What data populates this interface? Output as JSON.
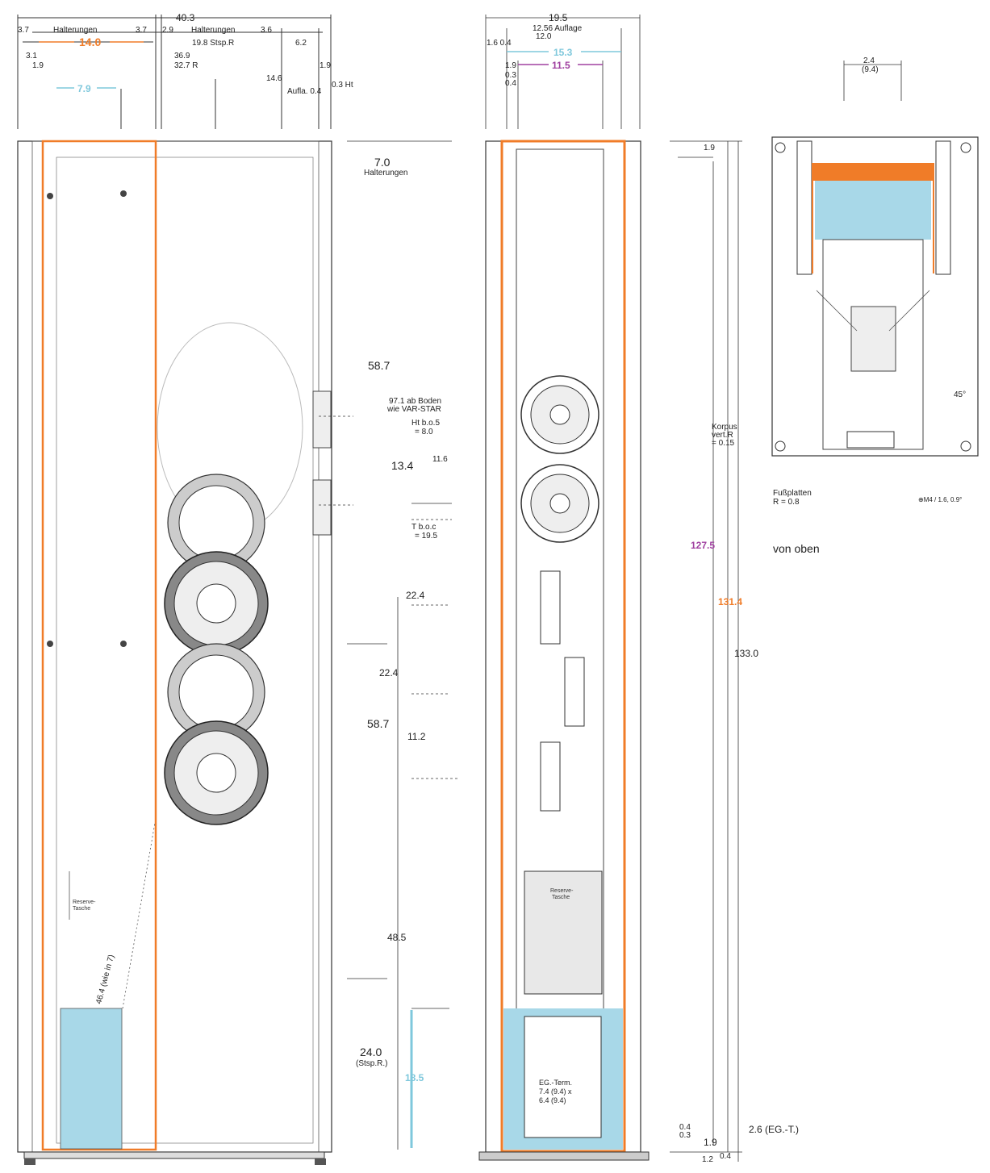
{
  "colors": {
    "orange": "#f07c28",
    "blue": "#a8d8e8",
    "purple": "#a040a0",
    "line": "#333333"
  },
  "top_dims": {
    "d_3_7_left": "3.7",
    "halterungen_1": "Halterungen",
    "d_3_7_right": "3.7",
    "d_14_0": "14.0",
    "d_40_3": "40.3",
    "d_2_9": "2.9",
    "halterungen_2": "Halterungen",
    "d_3_6": "3.6",
    "d_19_8": "19.8 Stsp.R",
    "d_6_2": "6.2",
    "d_3_1": "3.1",
    "d_1_9a": "1.9",
    "d_36_9": "36.9",
    "d_32_7": "32.7 R",
    "d_1_9b": "1.9",
    "d_7_9": "7.9",
    "d_14_6": "14.6",
    "d_aufla": "Aufla. 0.4",
    "d_0_3": "0.3 Ht",
    "d_19_5": "19.5",
    "d_12_56": "12.56 Auflage",
    "d_12_0": "12.0",
    "d_1_6_0_4": "1.6 0.4",
    "d_15_3": "15.3",
    "d_11_5": "11.5",
    "d_1_9c": "1.9",
    "d_0_3b": "0.3",
    "d_0_4b": "0.4",
    "d_2_4": "2.4",
    "d_9_4": "(9.4)"
  },
  "middle_dims": {
    "d_7_0": "7.0",
    "halterungen_3": "Halterungen",
    "d_58_7a": "58.7",
    "note_97": "97.1 ab Boden",
    "note_var": "wie VAR-STAR",
    "note_ht": "Ht b.o.5",
    "note_ht_val": "= 8.0",
    "d_13_4": "13.4",
    "d_11_6": "11.6",
    "note_tbo": "T b.o.c",
    "note_tbo_val": "= 19.5",
    "d_22_4a": "22.4",
    "d_22_4b": "22.4",
    "d_58_7b": "58.7",
    "d_11_2": "11.2",
    "d_48_5": "48.5",
    "d_24_0": "24.0",
    "d_stsp": "(Stsp.R.)",
    "d_18_5": "18.5"
  },
  "right_dims": {
    "d_1_9top": "1.9",
    "korpus_1": "Korpus",
    "korpus_2": "vert.R",
    "korpus_3": "= 0.15",
    "d_127_5": "127.5",
    "d_131_4": "131.4",
    "d_133_0": "133.0",
    "d_0_4c": "0.4",
    "d_0_3c": "0.3",
    "d_2_6": "2.6 (EG.-T.)",
    "d_1_9bot": "1.9",
    "d_1_2": "1.2",
    "d_0_4d": "0.4"
  },
  "labels": {
    "fussplatten": "Fußplatten",
    "fussplatten_r": "R = 0.8",
    "m4": "⊕M4 / 1.6, 0.9°",
    "von_oben": "von oben",
    "angle": "45°",
    "reserve_1": "Reserve-",
    "reserve_2": "Tasche",
    "eg_1": "EG.-Term.",
    "eg_2": "7.4 (9.4) x",
    "eg_3": "6.4 (9.4)",
    "left_reserve_1": "Reserve-",
    "left_reserve_2": "Tasche",
    "diag_note": "46.4 (wie in 7)"
  }
}
